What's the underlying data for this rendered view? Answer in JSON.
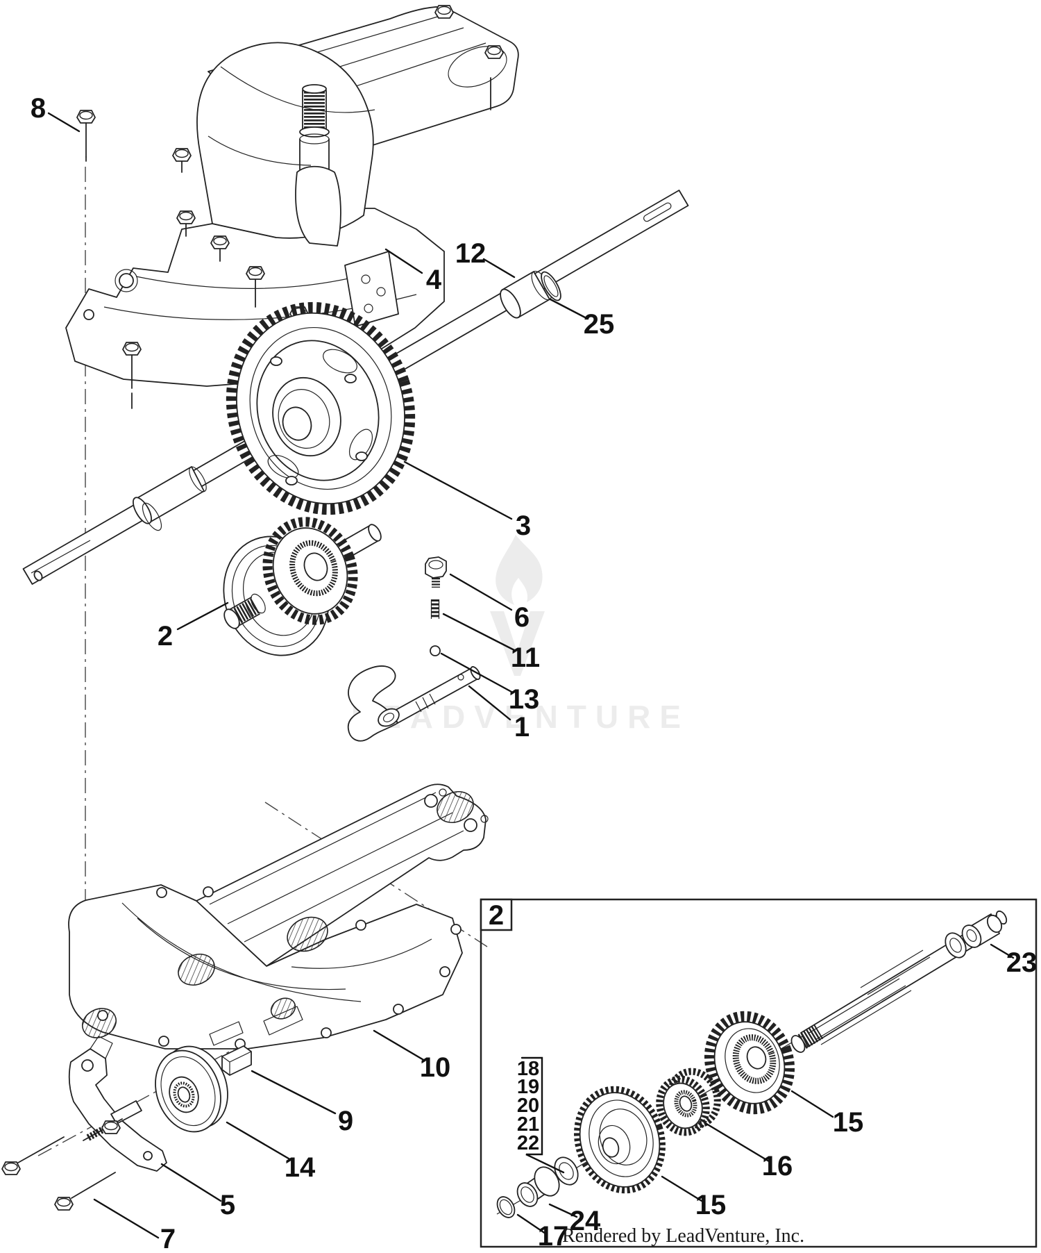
{
  "page": {
    "type": "exploded-parts-diagram",
    "background": "#ffffff",
    "line_color": "#222222"
  },
  "labels": {
    "1": "1",
    "2": "2",
    "3": "3",
    "4": "4",
    "5": "5",
    "6": "6",
    "7": "7",
    "8": "8",
    "9": "9",
    "10": "10",
    "11": "11",
    "12": "12",
    "13": "13",
    "14": "14",
    "15": "15",
    "16": "16",
    "17": "17",
    "18": "18",
    "19": "19",
    "20": "20",
    "21": "21",
    "22": "22",
    "23": "23",
    "24": "24",
    "25": "25"
  },
  "inset": {
    "box_label": "2"
  },
  "watermark": {
    "text": "LEADVENTURE",
    "color": "#ececec",
    "logo": "leadventure-flame-logo"
  },
  "footer": {
    "credit": "Rendered by LeadVenture, Inc."
  }
}
